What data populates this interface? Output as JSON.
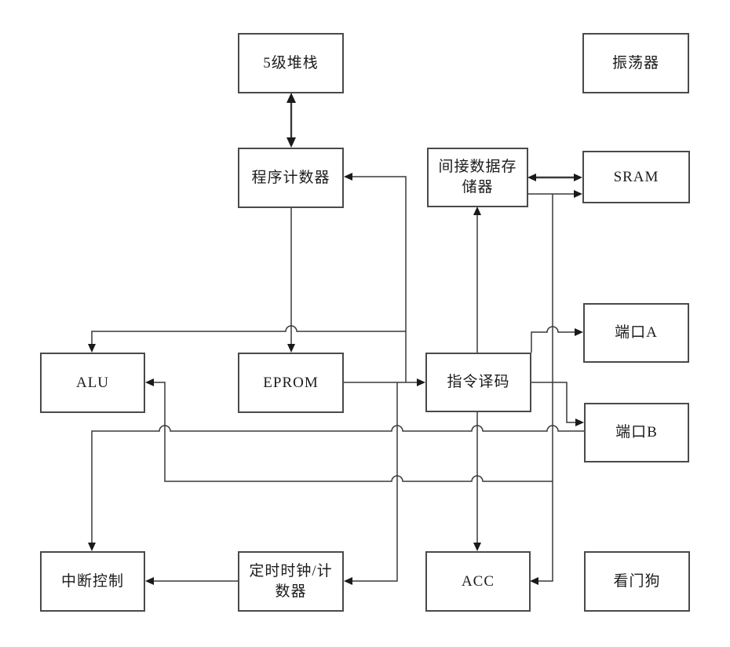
{
  "diagram": {
    "background_color": "#ffffff",
    "line_color": "#3a3a3a",
    "arrow_color": "#1a1a1a",
    "blocks": {
      "stack": {
        "label": "5级堆栈"
      },
      "oscillator": {
        "label": "振荡器"
      },
      "program_counter": {
        "label": "程序计数器"
      },
      "indirect_data_memory": {
        "label": "间接数据存\n储器"
      },
      "sram": {
        "label": "SRAM"
      },
      "port_a": {
        "label": "端口A"
      },
      "alu": {
        "label": "ALU"
      },
      "eprom": {
        "label": "EPROM"
      },
      "instruction_decode": {
        "label": "指令译码"
      },
      "port_b": {
        "label": "端口B"
      },
      "interrupt_control": {
        "label": "中断控制"
      },
      "timer_counter": {
        "label": "定时时钟/计\n数器"
      },
      "acc": {
        "label": "ACC"
      },
      "watchdog": {
        "label": "看门狗"
      }
    },
    "connections": [
      {
        "from": "stack",
        "to": "program_counter",
        "type": "bidirectional-arrow"
      },
      {
        "from": "program_counter",
        "to": "eprom",
        "type": "arrow"
      },
      {
        "from": "eprom",
        "to": "instruction_decode",
        "type": "arrow"
      },
      {
        "from": "eprom-output-bus",
        "to": "program_counter",
        "type": "arrow"
      },
      {
        "from": "eprom-output-bus",
        "to": "alu",
        "type": "arrow-into-top"
      },
      {
        "from": "eprom-output-bus",
        "to": "timer_counter",
        "type": "arrow"
      },
      {
        "from": "instruction_decode",
        "to": "indirect_data_memory",
        "type": "arrow"
      },
      {
        "from": "indirect_data_memory",
        "to": "sram",
        "type": "bidirectional-arrow"
      },
      {
        "from": "indirect_data_memory",
        "to": "sram",
        "type": "arrow"
      },
      {
        "from": "sram-data-bus",
        "to": "acc",
        "type": "arrow"
      },
      {
        "from": "instruction_decode",
        "to": "port_a",
        "type": "arrow"
      },
      {
        "from": "instruction_decode",
        "to": "port_b",
        "type": "arrow"
      },
      {
        "from": "instruction_decode",
        "to": "acc",
        "type": "arrow"
      },
      {
        "from": "data-bus",
        "to": "alu",
        "type": "arrow"
      },
      {
        "from": "data-bus",
        "to": "interrupt_control",
        "type": "arrow"
      },
      {
        "from": "data-bus",
        "to": "port_b",
        "type": "line"
      },
      {
        "from": "timer_counter",
        "to": "interrupt_control",
        "type": "arrow"
      }
    ]
  }
}
